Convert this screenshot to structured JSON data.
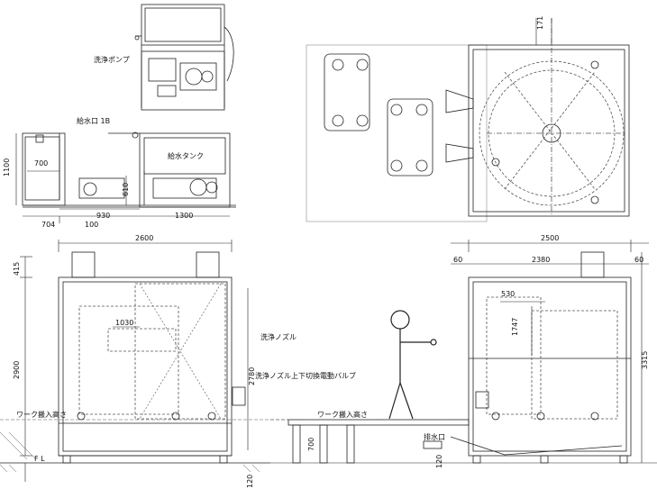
{
  "labels": {
    "pump": "洗浄ポンプ",
    "water_inlet": "給水口 1B",
    "water_tank": "給水タンク",
    "nozzle": "洗浄ノズル",
    "valve": "洗浄ノズル上下切換電動バルブ",
    "work_height_left": "ワーク搬入高さ",
    "work_height_right": "ワーク搬入高さ",
    "fl": "F L",
    "drain": "排水口"
  },
  "dims": {
    "d1100": "1100",
    "d700a": "700",
    "d610": "610",
    "d704": "704",
    "d100": "100",
    "d930": "930",
    "d1300": "1300",
    "d171": "171",
    "d2600": "2600",
    "d415": "415",
    "d2900": "2900",
    "d1030": "1030",
    "d2780": "2780",
    "d120a": "120",
    "d2500": "2500",
    "d60a": "60",
    "d2380": "2380",
    "d60b": "60",
    "d530": "530",
    "d1747": "1747",
    "d3315": "3315",
    "d700b": "700",
    "d120b": "120"
  },
  "colors": {
    "line": "#222222",
    "dash": "#555555"
  }
}
